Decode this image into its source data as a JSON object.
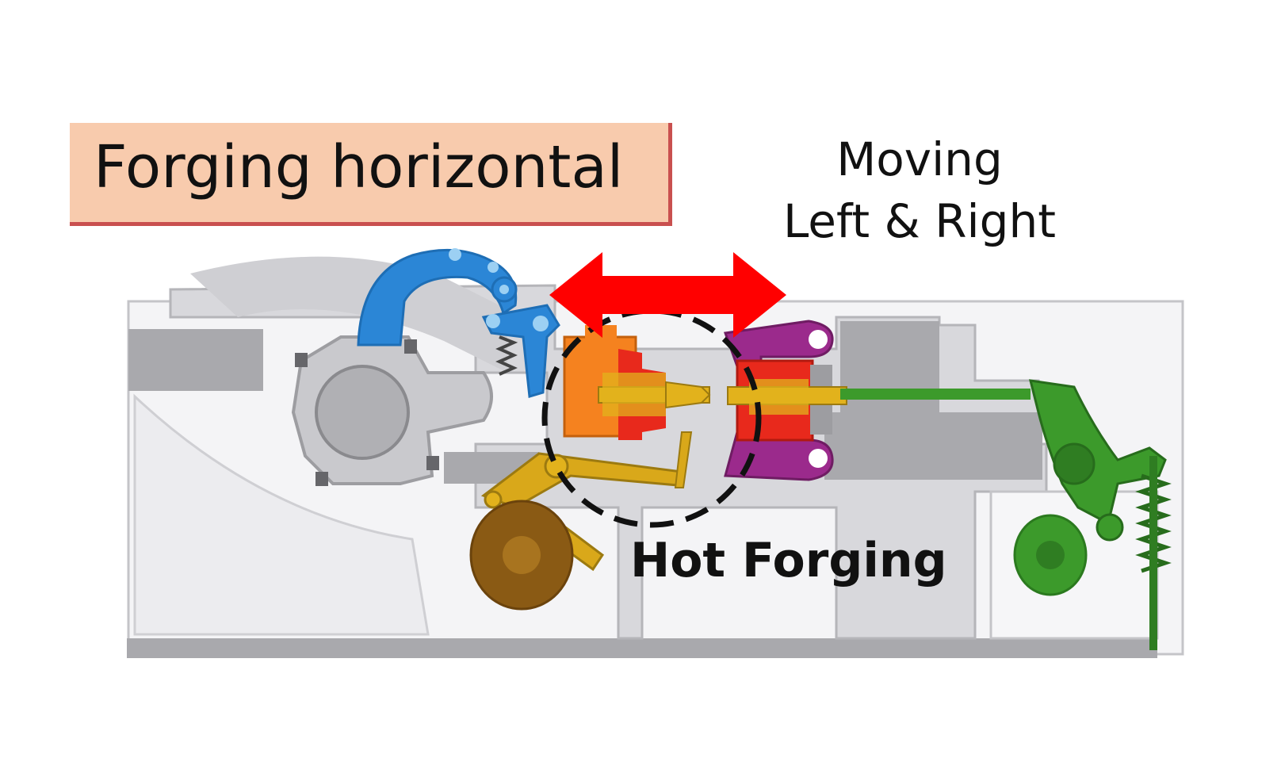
{
  "title": "Forging horizontal",
  "motion_label": [
    "Moving",
    "Left & Right"
  ],
  "zone_label": "Hot Forging",
  "colors": {
    "title_fill": "#f8cbad",
    "title_border": "#c9504f",
    "arrow": "#ff0000",
    "blue_lever": "#2b86d6",
    "orange_die": "#f5821f",
    "red_die": "#e8291c",
    "yellow_tool": "#e2b21c",
    "purple_clamp": "#9b2a8c",
    "green_linkage": "#3c9a2b",
    "brown_cam": "#8a5a14",
    "frame_gray": "#b9b9bd"
  }
}
